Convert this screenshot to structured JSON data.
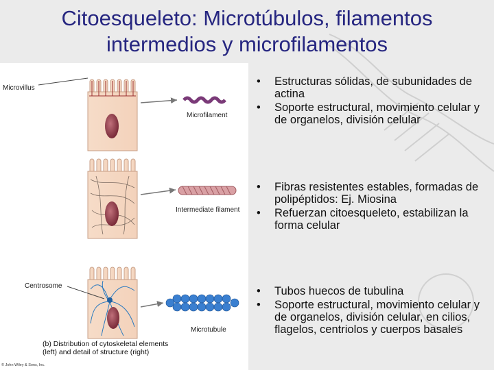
{
  "slide": {
    "title_line1": "Citoesqueleto: Microtúbulos, filamentos",
    "title_line2": "intermedios y microfilamentos"
  },
  "figure": {
    "labels": {
      "microvillus": "Microvillus",
      "microfilament": "Microfilament",
      "intermediate": "Intermediate filament",
      "centrosome": "Centrosome",
      "microtubule": "Microtubule"
    },
    "caption_line1": "(b) Distribution of cytoskeletal elements",
    "caption_line2": "(left) and detail of structure (right)",
    "copyright": "© John Wiley & Sons, Inc."
  },
  "sections": [
    {
      "bullets": [
        "Estructuras sólidas, de subunidades de actina",
        "Soporte estructural, movimiento celular y de organelos, división celular"
      ]
    },
    {
      "bullets": [
        "Fibras resistentes estables, formadas de polipéptidos: Ej. Miosina",
        "Refuerzan citoesqueleto, estabilizan la forma celular"
      ]
    },
    {
      "bullets": [
        "Tubos huecos de tubulina",
        "Soporte estructural, movimiento celular y de organelos, división celular, en cilios, flagelos, centriolos y cuerpos basales"
      ]
    }
  ],
  "bullet_char": "•"
}
